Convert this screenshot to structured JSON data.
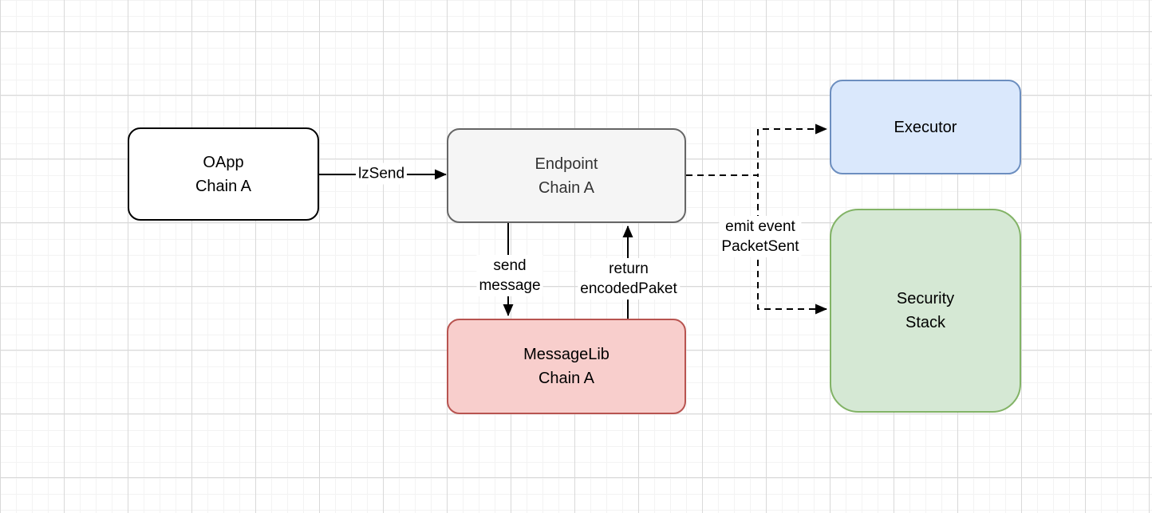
{
  "diagram": {
    "nodes": {
      "oapp": {
        "label": "OApp\nChain A",
        "fill": "#ffffff",
        "stroke": "#000000",
        "text_color": "#000000"
      },
      "endpoint": {
        "label": "Endpoint\nChain A",
        "fill": "#f5f5f5",
        "stroke": "#666666",
        "text_color": "#333333"
      },
      "messagelib": {
        "label": "MessageLib\nChain A",
        "fill": "#f8cecc",
        "stroke": "#b85450",
        "text_color": "#000000"
      },
      "executor": {
        "label": "Executor",
        "fill": "#dae8fc",
        "stroke": "#6c8ebf",
        "text_color": "#000000"
      },
      "security_stack": {
        "label": "Security\nStack",
        "fill": "#d5e8d4",
        "stroke": "#82b366",
        "text_color": "#000000"
      }
    },
    "edges": {
      "lzsend": {
        "label": "lzSend",
        "style": "solid",
        "from": "oapp",
        "to": "endpoint"
      },
      "send_message": {
        "label": "send\nmessage",
        "style": "solid",
        "from": "endpoint",
        "to": "messagelib"
      },
      "return_encoded_paket": {
        "label": "return\nencodedPaket",
        "style": "solid",
        "from": "messagelib",
        "to": "endpoint"
      },
      "emit_event": {
        "label": "emit event\nPacketSent",
        "style": "dashed",
        "from": "endpoint",
        "to": "executor, security_stack"
      }
    },
    "canvas": {
      "grid_minor_color": "#f3f3f3",
      "grid_major_color": "#d9d9d9",
      "background_color": "#ffffff"
    }
  }
}
